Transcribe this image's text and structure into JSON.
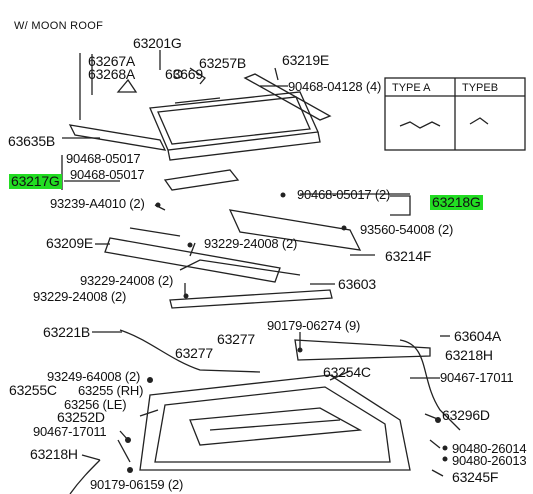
{
  "title": "W/ MOON ROOF",
  "type_table": {
    "col_a": "TYPE A",
    "col_b": "TYPEB"
  },
  "labels": {
    "p63201G": "63201G",
    "p63267A": "63267A",
    "p63268A": "63268A",
    "p63669": "63669",
    "p63257B": "63257B",
    "p63219E": "63219E",
    "p90468_04128": "90468-04128 (4)",
    "p63635B": "63635B",
    "p90468_05017a": "90468-05017",
    "p63217G": "63217G",
    "p90468_05017b": "90468-05017",
    "p93239": "93239-A4010 (2)",
    "p90468_05017c": "90468-05017 (2)",
    "p63218G": "63218G",
    "p93560": "93560-54008 (2)",
    "p63209E": "63209E",
    "p93229_a": "93229-24008 (2)",
    "p63214F": "63214F",
    "p93229_b": "93229-24008 (2)",
    "p63603": "63603",
    "p93229_c": "93229-24008 (2)",
    "p63221B": "63221B",
    "p90179_06274": "90179-06274 (9)",
    "p63604A": "63604A",
    "p63277a": "63277",
    "p63277b": "63277",
    "p63218H_a": "63218H",
    "p93249": "93249-64008 (2)",
    "p63254C": "63254C",
    "p63255C": "63255C",
    "p63255_rh": "63255 (RH)",
    "p90467_17011a": "90467-17011",
    "p63256": "63256 (LE)",
    "p63252D": "63252D",
    "p63296D": "63296D",
    "p90467_17011b": "90467-17011",
    "p90480_26014": "90480-26014",
    "p90480_26013": "90480-26013",
    "p63218H_b": "63218H",
    "p63245F": "63245F",
    "p90179_06159": "90179-06159 (2)"
  },
  "colors": {
    "highlight": "#22dd22",
    "ink": "#111111"
  }
}
